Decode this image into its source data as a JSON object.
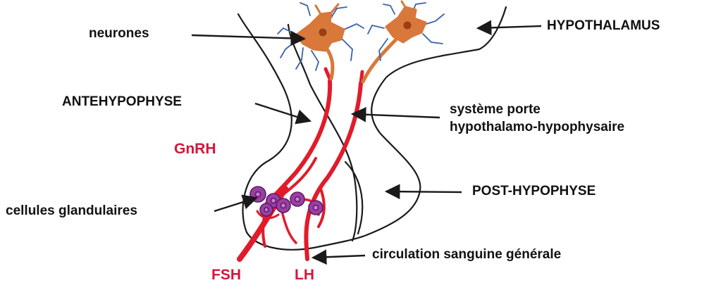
{
  "labels": {
    "neurones": "neurones",
    "hypothalamus": "HYPOTHALAMUS",
    "antehypophyse": "ANTEHYPOPHYSE",
    "systeme_porte_line1": "système porte",
    "systeme_porte_line2": "hypothalamo-hypophysaire",
    "gnrh": "GnRH",
    "cellules": "cellules glandulaires",
    "post_hypophyse": "POST-HYPOPHYSE",
    "circulation": "circulation sanguine générale",
    "fsh": "FSH",
    "lh": "LH"
  },
  "colors": {
    "outline": "#1a1a1a",
    "vessel": "#e21b2a",
    "hormone_label": "#d4163a",
    "neuron": "#d8783a",
    "neuron_nucleus": "#9a3f14",
    "dendrite": "#3a62a8",
    "gland_cell": "#9a3fa0",
    "gland_cell_outline": "#5a1a6a"
  }
}
